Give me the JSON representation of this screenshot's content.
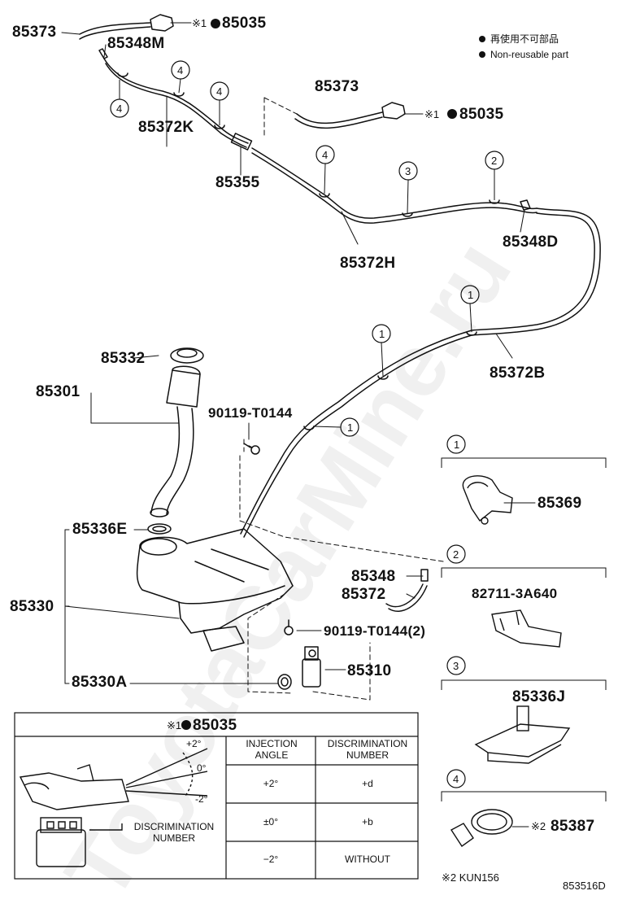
{
  "legend": {
    "reusable_note": "再使用不可部品",
    "nonreusable_note": "Non-reusable part"
  },
  "parts": {
    "p85373_a": "85373",
    "p85035_a": "85035",
    "p85348M": "85348M",
    "p85372K": "85372K",
    "p85355": "85355",
    "p85373_b": "85373",
    "p85035_b": "85035",
    "p85372H": "85372H",
    "p85348D": "85348D",
    "p85372B": "85372B",
    "p85332": "85332",
    "p85301": "85301",
    "p90119a": "90119-T0144",
    "p85336E": "85336E",
    "p85330": "85330",
    "p85348": "85348",
    "p85372": "85372",
    "p90119b": "90119-T0144(2)",
    "p85310": "85310",
    "p85330A": "85330A",
    "p85369": "85369",
    "p82711": "82711-3A640",
    "p85336J": "85336J",
    "p85387": "85387"
  },
  "marks": {
    "ref1": "※1",
    "ref2": "※2"
  },
  "callouts": {
    "c1": "1",
    "c2": "2",
    "c3": "3",
    "c4": "4"
  },
  "table": {
    "title": "85035",
    "col1": "INJECTION ANGLE",
    "col2": "DISCRIMINATION NUMBER",
    "rows": [
      {
        "angle": "+2°",
        "number": "+d"
      },
      {
        "angle": "±0°",
        "number": "+b"
      },
      {
        "angle": "−2°",
        "number": "WITHOUT"
      }
    ],
    "angle_plus": "+2°",
    "angle_zero": "0°",
    "angle_minus": "-2°",
    "disc_label": "DISCRIMINATION NUMBER"
  },
  "footnote": "※2 KUN156",
  "diagram_id": "853516D",
  "watermark": "ToyotaCarMine.ru"
}
